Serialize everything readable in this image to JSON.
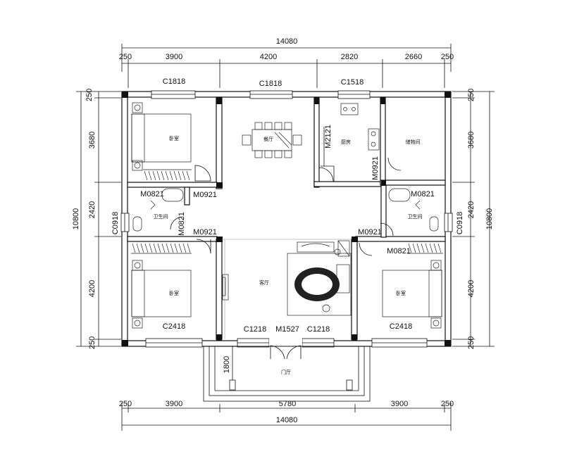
{
  "dimensions": {
    "top_total": "14080",
    "top_segments": [
      "250",
      "3900",
      "4200",
      "2820",
      "2660",
      "250"
    ],
    "bottom_segments": [
      "250",
      "3900",
      "5780",
      "3900",
      "250"
    ],
    "bottom_total": "14080",
    "left_segments": [
      "250",
      "3680",
      "2420",
      "4200",
      "250"
    ],
    "left_total": "10800",
    "right_segments": [
      "250",
      "3680",
      "2420",
      "4200",
      "250"
    ],
    "right_total": "10800",
    "porch_depth": "1800"
  },
  "windows": {
    "w_top_left": "C1818",
    "w_top_mid": "C1818",
    "w_top_right": "C1518",
    "w_left_bath": "C0918",
    "w_right_bath": "C0918",
    "w_bottom_left": "C2418",
    "w_bottom_right": "C2418",
    "w_front_left": "C1218",
    "w_front_right": "C1218"
  },
  "doors": {
    "d_bath_left": "M0821",
    "d_bed1": "M0921",
    "d_bath_left_2": "M0821",
    "d_bed2": "M0921",
    "d_kitchen": "M2121",
    "d_storage": "M0921",
    "d_bath_right": "M0821",
    "d_bed3": "M0921",
    "d_bath_right_2": "M0821",
    "d_entry": "M1527"
  },
  "rooms": {
    "bedroom_nw": "卧室",
    "dining": "餐厅",
    "kitchen": "厨房",
    "storage": "储物间",
    "bath_left": "卫生间",
    "bath_right": "卫生间",
    "living": "客厅",
    "bedroom_sw": "卧室",
    "bedroom_se": "卧室",
    "entry_hall": "门厅"
  }
}
